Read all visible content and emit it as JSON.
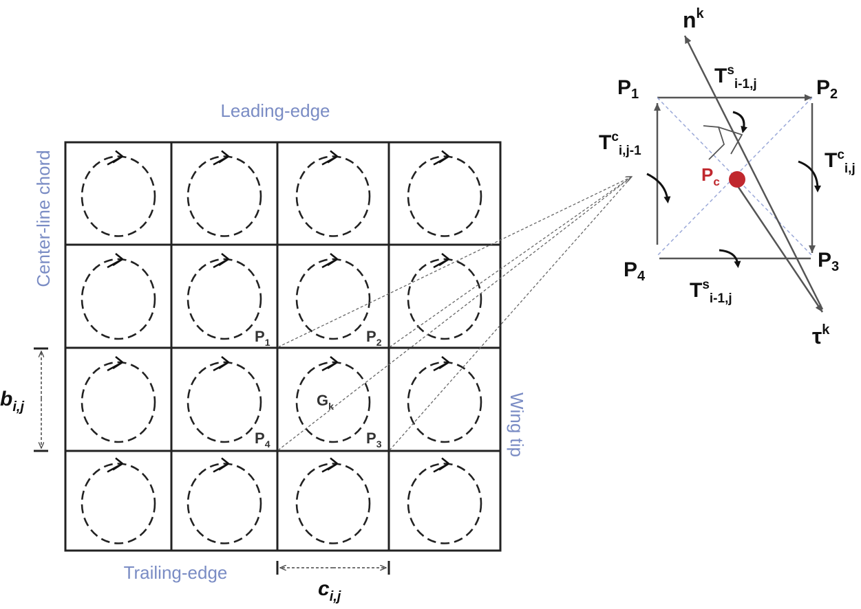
{
  "grid": {
    "top_label": "Leading-edge",
    "bottom_label": "Trailing-edge",
    "left_label": "Center-line chord",
    "right_label": "Wing tip",
    "span_dim": {
      "base": "b",
      "sub": "i,j"
    },
    "chord_dim": {
      "base": "c",
      "sub": "i,j"
    },
    "vortex_label": {
      "base": "G",
      "sub": "k"
    },
    "corner_labels": [
      {
        "base": "P",
        "sub": "1"
      },
      {
        "base": "P",
        "sub": "2"
      },
      {
        "base": "P",
        "sub": "4"
      },
      {
        "base": "P",
        "sub": "3"
      }
    ]
  },
  "panel": {
    "normal": {
      "base": "n",
      "sup": "k"
    },
    "tangent": {
      "base": "τ",
      "sup": "k"
    },
    "center": {
      "base": "P",
      "sub": "c"
    },
    "corners": [
      {
        "base": "P",
        "sub": "1"
      },
      {
        "base": "P",
        "sub": "2"
      },
      {
        "base": "P",
        "sub": "3"
      },
      {
        "base": "P",
        "sub": "4"
      }
    ],
    "t_top": {
      "base": "T",
      "sup": "s",
      "sub": "i-1,j"
    },
    "t_bottom": {
      "base": "T",
      "sup": "s",
      "sub": "i-1,j"
    },
    "t_left": {
      "base": "T",
      "sup": "c",
      "sub": "i,j-1"
    },
    "t_right": {
      "base": "T",
      "sup": "c",
      "sub": "i,j"
    }
  },
  "colors": {
    "label_blue": "#7a8cc4",
    "center_red": "#c0282e"
  }
}
